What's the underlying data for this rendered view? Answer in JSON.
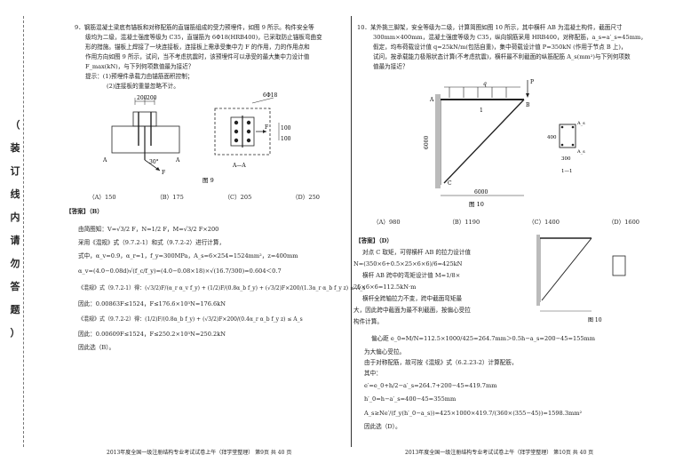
{
  "binding": {
    "chars": [
      "（",
      "装",
      "订",
      "线",
      "内",
      "请",
      "勿",
      "答",
      "题",
      "）"
    ]
  },
  "left": {
    "q9_lines": [
      "9．钢筋混凝土梁底有锚板和对称配筋的直锚筋组成的受力预埋件，如图 9 所示。构件安全等",
      "级均为二级，混凝土强度等级为 C35，直锚筋为 6Φ18(HRB400)，已采取防止锚板弯曲变",
      "形的措施。锚板上焊接了一块连接板，连接板上需承受集中力 F 的作用，力的作用点和",
      "作用方向如图 9 所示，试问，当不考虑抗震时，该预埋件可以承受的最大集中力设计值",
      "F_max(kN)，与下列何项数值最为接近？",
      "提示：(1)预埋件承载力由锚筋面积控制；",
      "(2)连接板的重量忽略不计。"
    ],
    "fig_title": "图 9",
    "fig_labels": {
      "d200a": "200",
      "d200b": "200",
      "d100a": "100",
      "d100b": "100",
      "rebar": "6Φ18",
      "F": "F",
      "deg": "30°",
      "A": "A",
      "AA": "A—A"
    },
    "options": [
      "（A）150",
      "（B）175",
      "（C）205",
      "（D）250"
    ],
    "answer_label": "【答案】（B）",
    "solution": [
      "由简图知：V=√3/2 F，N=1/2 F，M=√3/2 F×200",
      "采用《混规》式（9.7.2-1）和式（9.7.2-2）进行计算，",
      "式中，α_v=0.9，α_r=1，f_y=300MPa，A_s=6×254=1524mm²，z=400mm",
      "α_v=(4.0−0.08d)√(f_c/f_y)=(4.0−0.08×18)×√(16.7/300)=0.604＜0.7",
      "《混规》式（9.7.2-1）得：(√3/2)F/(α_r α_v f_y) + (1/2)F/(0.8α_b f_y) + (√3/2)F×200/(1.3α_r α_b f_y z) ≤ A_s",
      "因此：0.00863F≤1524，F≤176.6×10³N=176.6kN",
      "《混规》式（9.7.2-2）得：(1/2)F/(0.8α_b f_y) + (√3/2)F×200/(0.4α_r α_b f_y z) ≤ A_s",
      "因此：0.00609F≤1524，F≤250.2×10³N=250.2kN",
      "因此选（B）。"
    ],
    "footer": "2013年度全国一级注册结构专业考试试卷上午（拜学堂整理）      第9页    共 40 页"
  },
  "right": {
    "q10_lines": [
      "10．某外挑三脚架，安全等级为二级，计算简图如图 10 所示，其中横杆 AB 为混凝土构件，截面尺寸",
      "300mm×400mm，混凝土强度等级为 C35，纵向钢筋采用 HRB400，对称配筋，a_s=a′_s=45mm，",
      "假定，均布荷载设计值 q=25kN/m(包括自重)，集中荷载设计值 P=350kN (作用于节点 B 上)，",
      "试问，按承载能力极限状态计算(不考虑抗震)，横杆最不利截面的纵筋配筋 A_s(mm²)与下列何项数",
      "值最为接近？"
    ],
    "fig_title": "图 10",
    "fig_labels": {
      "A": "A",
      "B": "B",
      "P": "P",
      "q": "q",
      "C": "C",
      "h6000": "6000",
      "w6000": "6000",
      "s400": "400",
      "s300": "300",
      "As": "A_s",
      "As2": "A_s",
      "sec": "1—1",
      "one": "1"
    },
    "options": [
      "（A）980",
      "（B）1190",
      "（C）1400",
      "（D）1600"
    ],
    "answer_label": "【答案】（D）",
    "solution": [
      "对点 C 取矩，可得横杆 AB 的拉力设计值",
      "N=(350×6+0.5×25×6×6)/6=425kN",
      "横杆 AB 跨中的弯矩设计值 M=1/8×",
      "25×6×6=112.5kN·m",
      "横杆全跨轴拉力不变，跨中截面弯矩最",
      "大，因此跨中截面为最不利截面，按偏心受拉",
      "构件计算。",
      "偏心距 e_0=M/N=112.5×1000/425=264.7mm＞0.5h−a_s=200−45=155mm",
      "为大偏心受拉。",
      "由于对称配筋，故可按《混规》式（6.2.23-2）计算配筋，",
      "其中：",
      "e′=e_0+h/2−a′_s=264.7+200−45=419.7mm",
      "h′_0=h−a′_s=400−45=355mm",
      "A_s≥Ne′/(f_y(h′_0−a_s))=425×1000×419.7/(360×(355−45))=1598.3mm²",
      "因此选（D）。"
    ],
    "fig2_title": "图 10",
    "footer": "2013年度全国一级注册结构专业考试试卷上午（拜学堂整理）      第10页    共 40 页"
  }
}
